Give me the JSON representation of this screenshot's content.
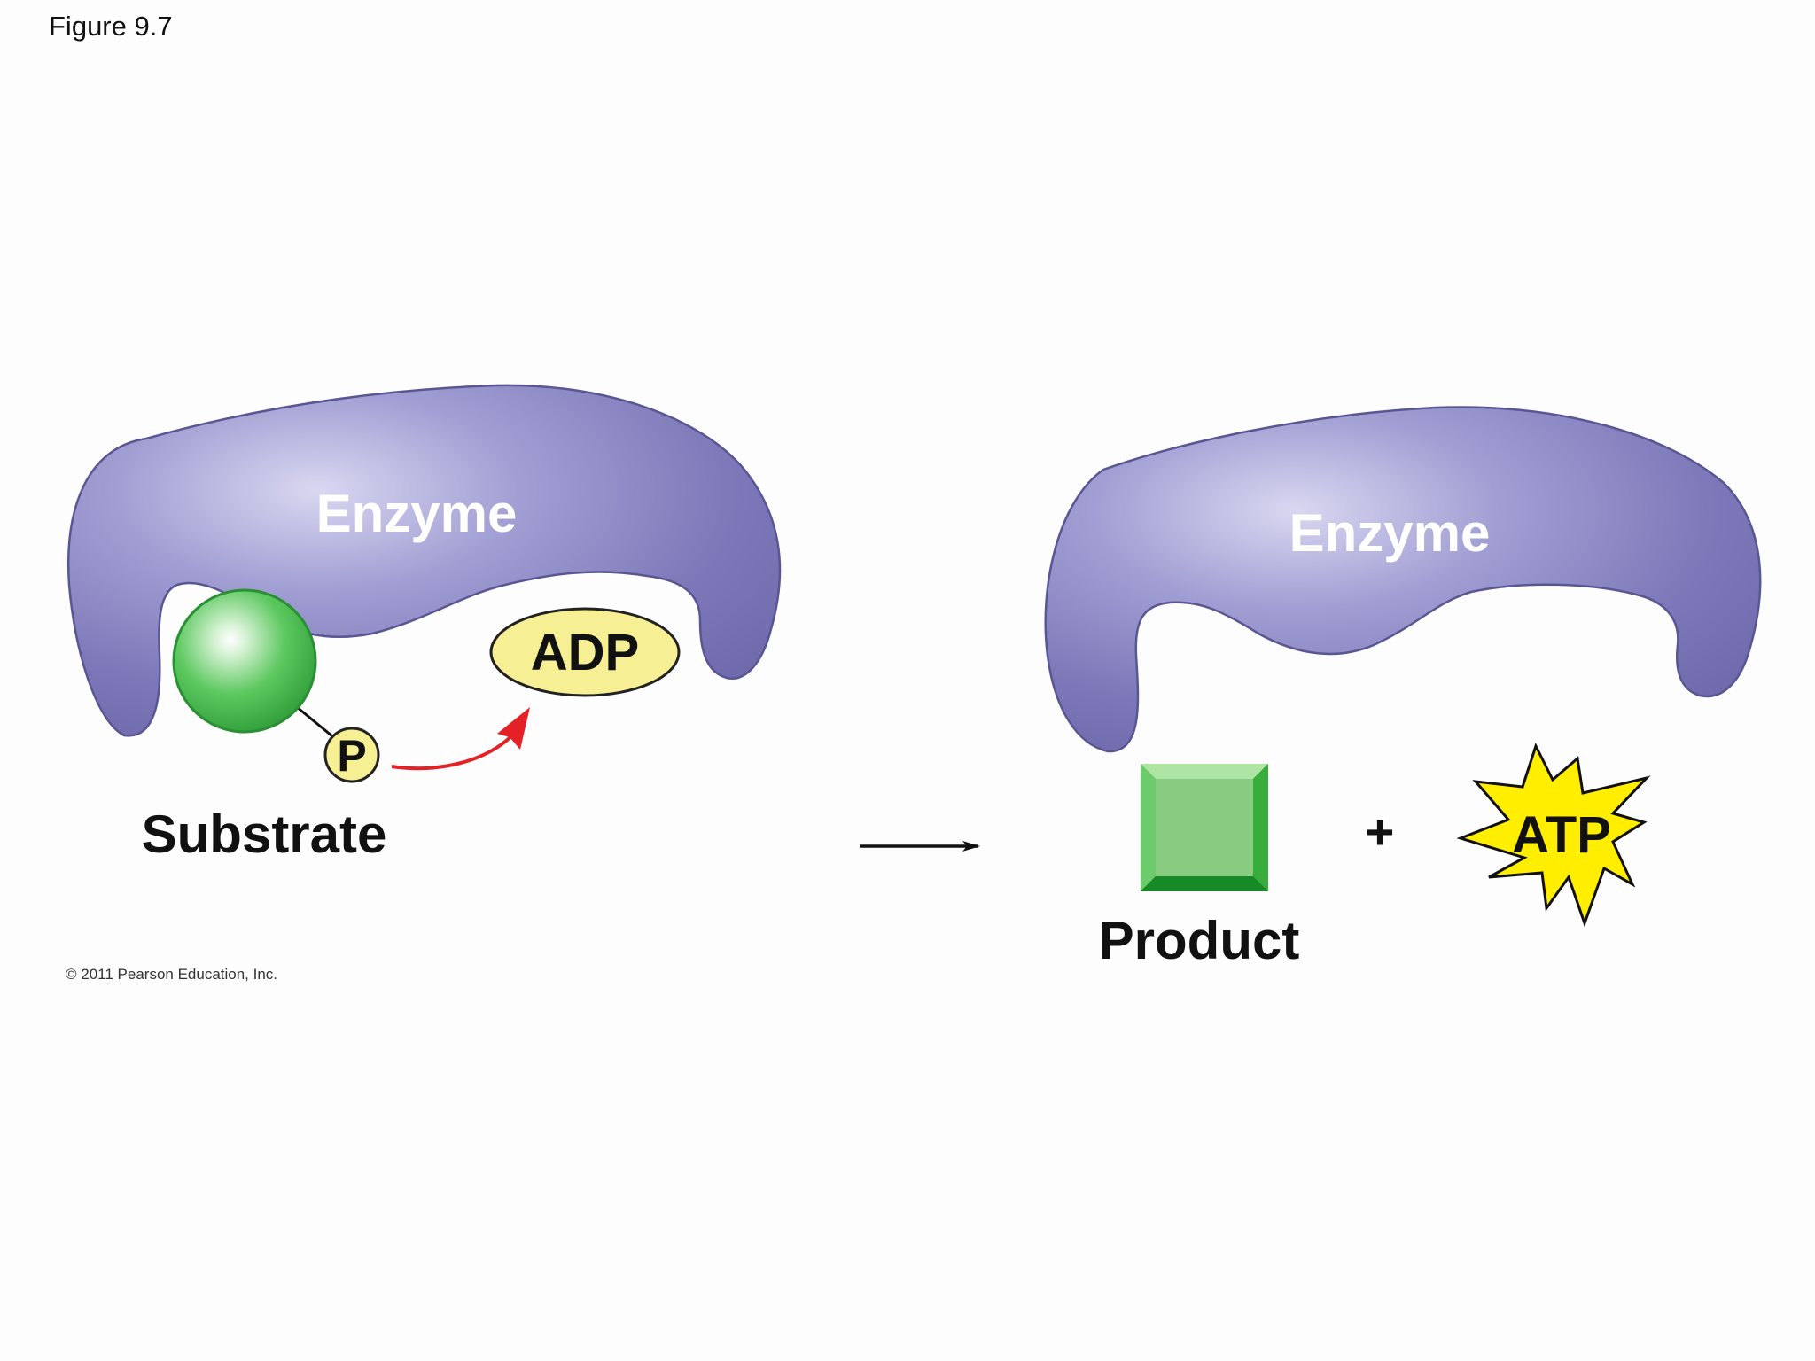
{
  "figure_title": "Figure 9.7",
  "copyright": "© 2011 Pearson Education, Inc.",
  "left_panel": {
    "enzyme_label": "Enzyme",
    "adp_label": "ADP",
    "phosphate_label": "P",
    "substrate_label": "Substrate"
  },
  "right_panel": {
    "enzyme_label": "Enzyme",
    "plus_sign": "+",
    "atp_label": "ATP",
    "product_label": "Product"
  },
  "colors": {
    "enzyme": "#8a86c4",
    "substrate": "#3fb84a",
    "product": "#4cbb4f",
    "phosphate": "#f7ef94",
    "atp_burst": "#ffee00",
    "transfer_arrow": "#e32126"
  },
  "icons": [
    "enzyme-shape",
    "substrate-sphere",
    "phosphate-circle",
    "adp-oval",
    "transfer-arrow",
    "reaction-arrow",
    "product-square",
    "atp-starburst"
  ]
}
